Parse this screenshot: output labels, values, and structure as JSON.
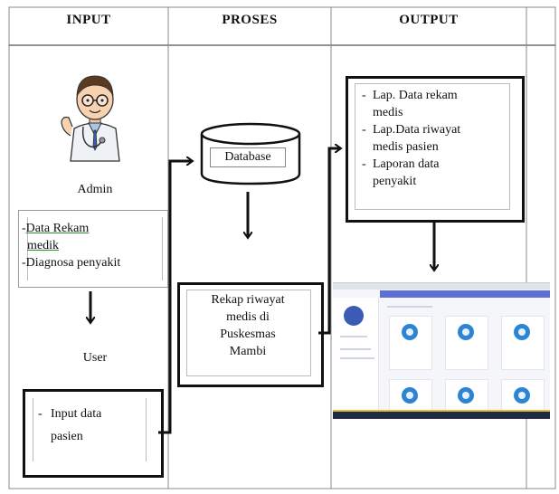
{
  "columns": {
    "input": "INPUT",
    "proses": "PROSES",
    "output": "OUTPUT"
  },
  "input": {
    "admin_label": "Admin",
    "admin_data": {
      "item1": "Data Rekam medik",
      "item1_line1": "Data Rekam",
      "item1_line2": "medik",
      "item2": "Diagnosa penyakit"
    },
    "user_label": "User",
    "user_data": {
      "line1": "Input data",
      "line2": "pasien"
    }
  },
  "proses": {
    "database_label": "Database",
    "recap": {
      "line1": "Rekap riwayat",
      "line2": "medis di",
      "line3": "Puskesmas",
      "line4": "Mambi"
    }
  },
  "output": {
    "reports": [
      {
        "line1": "Lap. Data rekam",
        "line2": "medis"
      },
      {
        "line1": "Lap.Data riwayat",
        "line2": "medis pasien"
      },
      {
        "line1": "Laporan data",
        "line2": "penyakit"
      }
    ]
  },
  "colors": {
    "line": "#111111",
    "grid": "#888888",
    "thumbnail_accent": "#2b84d4",
    "thumbnail_nav": "#5b6fd6"
  },
  "icons": {
    "admin": "doctor-avatar-icon",
    "database": "database-cylinder-icon",
    "screenshot": "app-dashboard-thumbnail"
  }
}
